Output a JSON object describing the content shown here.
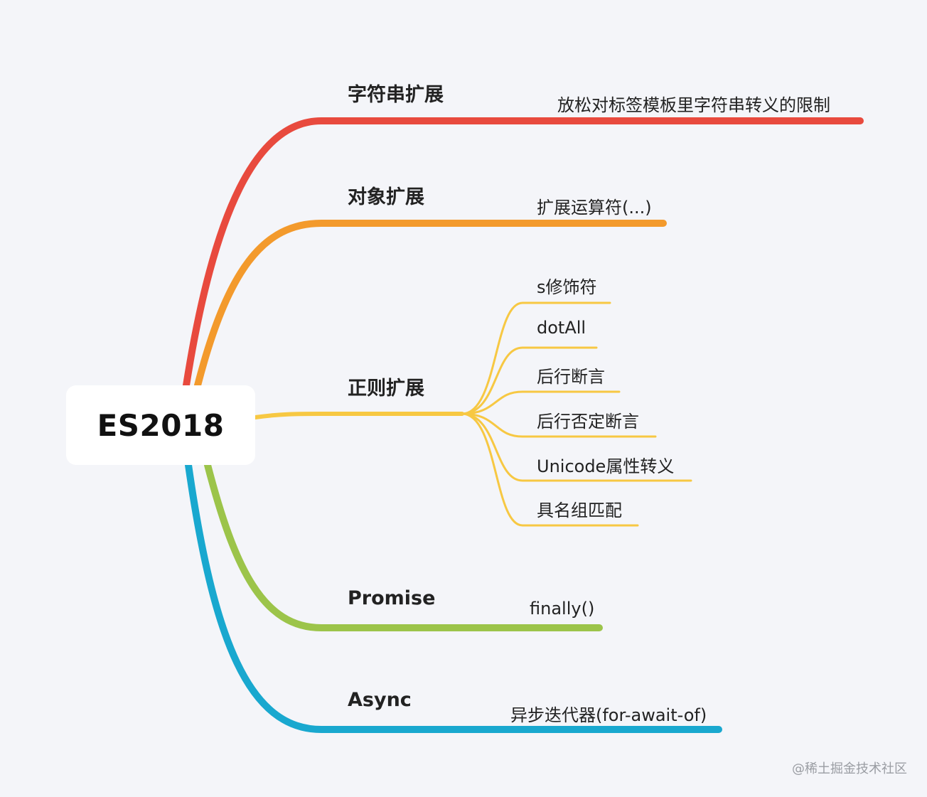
{
  "root": {
    "label": "ES2018"
  },
  "branches": [
    {
      "label": "字符串扩展",
      "color": "#e84a3e",
      "children": [
        "放松对标签模板里字符串转义的限制"
      ]
    },
    {
      "label": "对象扩展",
      "color": "#f39a2c",
      "children": [
        "扩展运算符(...)"
      ]
    },
    {
      "label": "正则扩展",
      "color": "#f7c843",
      "children": [
        "s修饰符",
        "dotAll",
        "后行断言",
        "后行否定断言",
        "Unicode属性转义",
        "具名组匹配"
      ]
    },
    {
      "label": "Promise",
      "color": "#9cc44a",
      "children": [
        "finally()"
      ]
    },
    {
      "label": "Async",
      "color": "#19a8cf",
      "children": [
        "异步迭代器(for-await-of)"
      ]
    }
  ],
  "watermark": "@稀土掘金技术社区"
}
